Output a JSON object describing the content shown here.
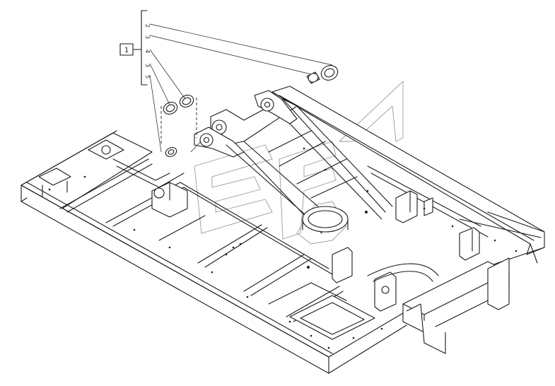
{
  "diagram": {
    "group_label": "1",
    "callouts": [
      "2",
      "3",
      "4",
      "3",
      "5"
    ]
  }
}
